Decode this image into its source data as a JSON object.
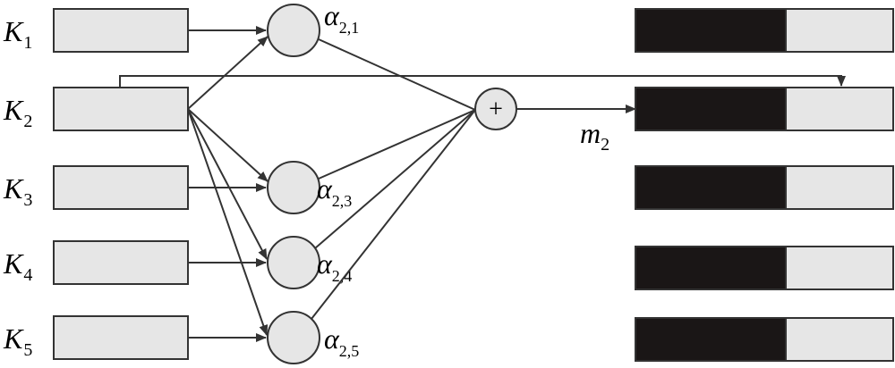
{
  "diagram": {
    "colors": {
      "box_fill": "#e6e6e6",
      "node_fill": "#e6e6e6",
      "stroke": "#333333",
      "dark_fill": "#1a1616"
    },
    "keys": [
      {
        "base": "K",
        "sub": "1"
      },
      {
        "base": "K",
        "sub": "2"
      },
      {
        "base": "K",
        "sub": "3"
      },
      {
        "base": "K",
        "sub": "4"
      },
      {
        "base": "K",
        "sub": "5"
      }
    ],
    "alphas": [
      {
        "base": "α",
        "sub": "2,1"
      },
      {
        "base": "α",
        "sub": "2,3"
      },
      {
        "base": "α",
        "sub": "2,4"
      },
      {
        "base": "α",
        "sub": "2,5"
      }
    ],
    "sum_symbol": "+",
    "output": {
      "base": "m",
      "sub": "2"
    }
  }
}
